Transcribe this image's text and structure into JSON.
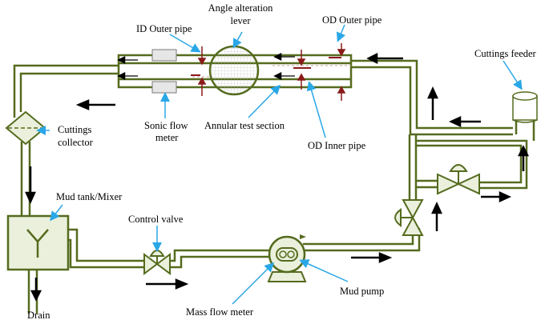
{
  "labels": {
    "angle_lever_1": "Angle alteration",
    "angle_lever_2": "lever",
    "id_outer_pipe": "ID Outer pipe",
    "od_outer_pipe": "OD Outer pipe",
    "cuttings_feeder": "Cuttings feeder",
    "sonic_1": "Sonic flow",
    "sonic_2": "meter",
    "annular": "Annular test section",
    "od_inner": "OD Inner pipe",
    "collector_1": "Cuttings",
    "collector_2": "collector",
    "mud_tank": "Mud tank/Mixer",
    "control_valve": "Control valve",
    "mud_pump": "Mud pump",
    "mass_flow": "Mass flow meter",
    "drain": "Drain"
  },
  "colors": {
    "pipe": "#556b1e",
    "callout": "#2aa7e6",
    "marker": "#8b1a1a",
    "dashed": "#c8a0a0",
    "body_fill": "#ebf0dc"
  }
}
